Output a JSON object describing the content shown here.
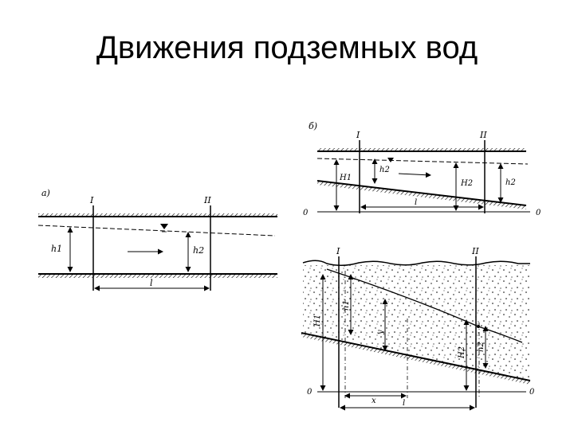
{
  "slide": {
    "title": "Движения подземных вод"
  },
  "diagram_a": {
    "panel_label": "а)",
    "section_1": "I",
    "section_2": "II",
    "depth_left": "h1",
    "depth_right": "h2",
    "distance": "l"
  },
  "diagram_b": {
    "panel_label": "б)",
    "section_1": "I",
    "section_2": "II",
    "depth_left": "H1",
    "depth_right": "H2",
    "head_1": "h2",
    "head_2": "h2",
    "distance": "l",
    "datum_left": "0",
    "datum_right": "0"
  },
  "diagram_c": {
    "section_1": "I",
    "section_2": "II",
    "head_left": "H1",
    "depth_left": "h1",
    "depth_mid": "y",
    "head_right": "H2",
    "depth_right": "h2",
    "var_distance": "x",
    "distance": "l",
    "datum_left": "0",
    "datum_right": "0"
  }
}
